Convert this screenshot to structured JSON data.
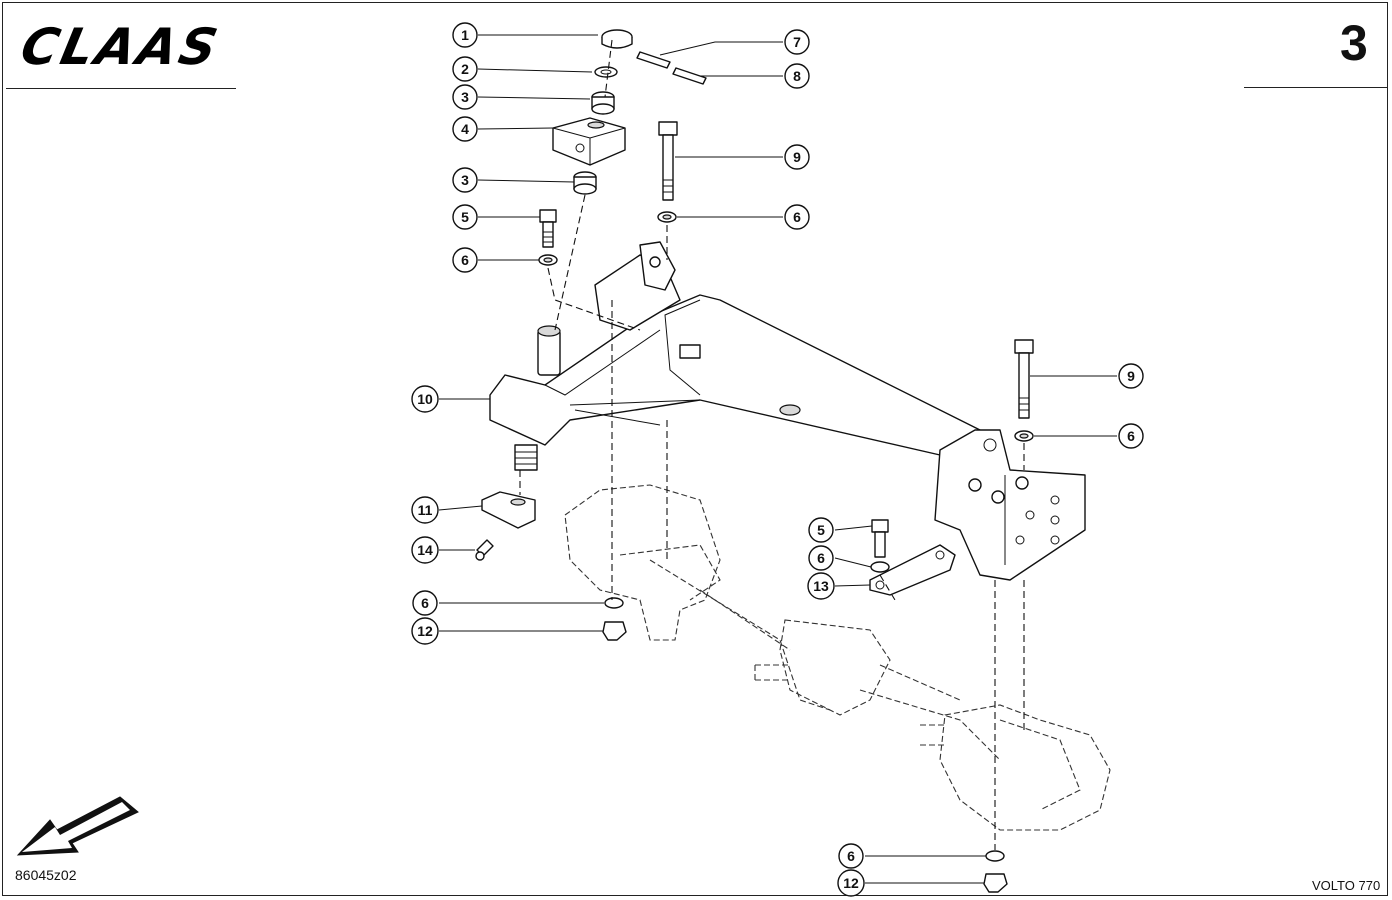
{
  "header": {
    "brand": "CLAAS",
    "page_number": "3"
  },
  "footer": {
    "drawing_id": "86045z02",
    "model": "VOLTO 770"
  },
  "callouts": [
    {
      "id": "c1",
      "label": "1"
    },
    {
      "id": "c2",
      "label": "2"
    },
    {
      "id": "c3a",
      "label": "3"
    },
    {
      "id": "c4",
      "label": "4"
    },
    {
      "id": "c3b",
      "label": "3"
    },
    {
      "id": "c5a",
      "label": "5"
    },
    {
      "id": "c6a",
      "label": "6"
    },
    {
      "id": "c7",
      "label": "7"
    },
    {
      "id": "c8",
      "label": "8"
    },
    {
      "id": "c9a",
      "label": "9"
    },
    {
      "id": "c6b",
      "label": "6"
    },
    {
      "id": "c9b",
      "label": "9"
    },
    {
      "id": "c6c",
      "label": "6"
    },
    {
      "id": "c10",
      "label": "10"
    },
    {
      "id": "c11",
      "label": "11"
    },
    {
      "id": "c14",
      "label": "14"
    },
    {
      "id": "c5b",
      "label": "5"
    },
    {
      "id": "c6d",
      "label": "6"
    },
    {
      "id": "c13",
      "label": "13"
    },
    {
      "id": "c6e",
      "label": "6"
    },
    {
      "id": "c12a",
      "label": "12"
    },
    {
      "id": "c6f",
      "label": "6"
    },
    {
      "id": "c12b",
      "label": "12"
    }
  ]
}
